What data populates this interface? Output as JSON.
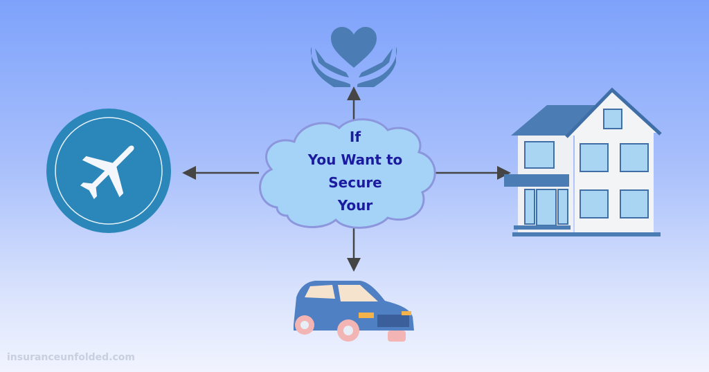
{
  "center": {
    "lines": [
      "If",
      "You Want to",
      "Secure",
      "Your"
    ]
  },
  "nodes": [
    "health-heart-hands",
    "travel-airplane",
    "home-house",
    "car"
  ],
  "watermark": "insuranceunfolded.com",
  "colors": {
    "text": "#1b1b9f",
    "cloud": "#a5d2f7",
    "cloud_border": "#8c96dc",
    "arrow": "#454545",
    "plane_circle": "#2b86b9",
    "icon_blue": "#4b7db4"
  }
}
